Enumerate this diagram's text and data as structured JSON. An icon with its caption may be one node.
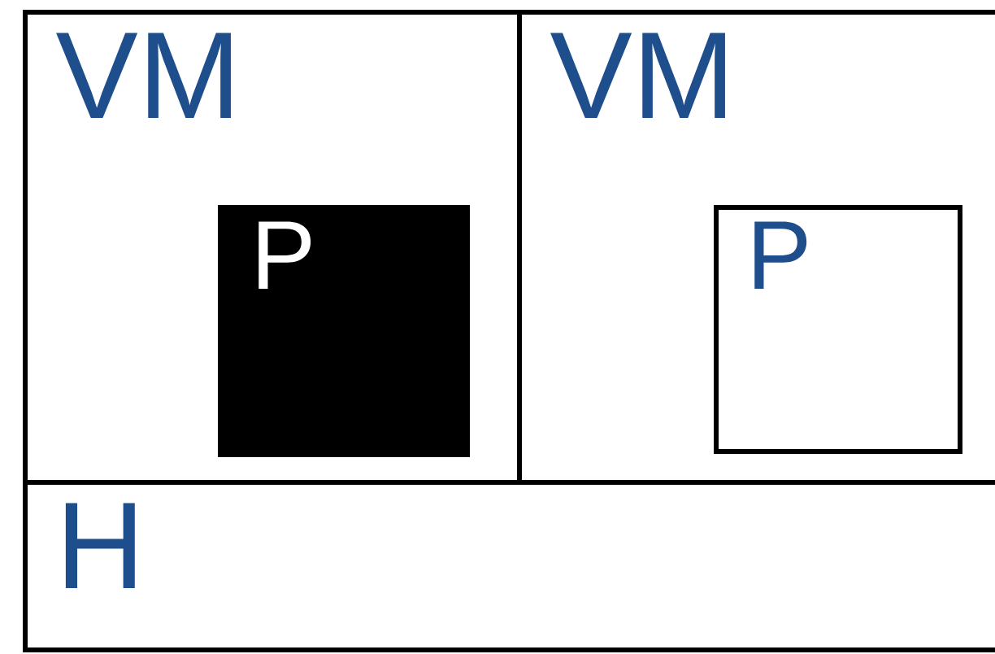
{
  "diagram": {
    "nodes": [
      {
        "text": [
          "VM"
        ]
      },
      {
        "text": [
          "P"
        ],
        "in": 0
      },
      {
        "text": [
          "VM"
        ]
      },
      {
        "text": [
          "P"
        ],
        "in": 2
      },
      {
        "text": [
          "H"
        ]
      }
    ]
  }
}
